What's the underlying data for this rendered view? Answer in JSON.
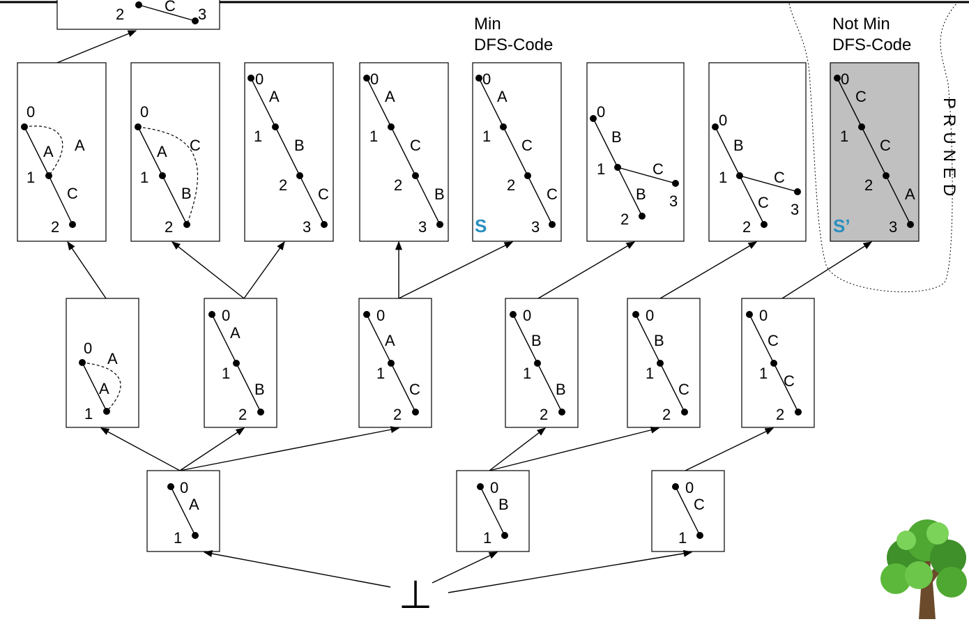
{
  "captions": {
    "min_line1": "Min",
    "min_line2": "DFS-Code",
    "notmin_line1": "Not Min",
    "notmin_line2": "DFS-Code",
    "pruned": "PRUNED"
  },
  "tags": {
    "s": "S",
    "s_prime": "S’"
  },
  "root_symbol": "⊥",
  "colors": {
    "tag": "#2a8fbf",
    "pruned_fill": "#c0c0c0"
  },
  "icons": {
    "tree": "tree-illustration"
  }
}
